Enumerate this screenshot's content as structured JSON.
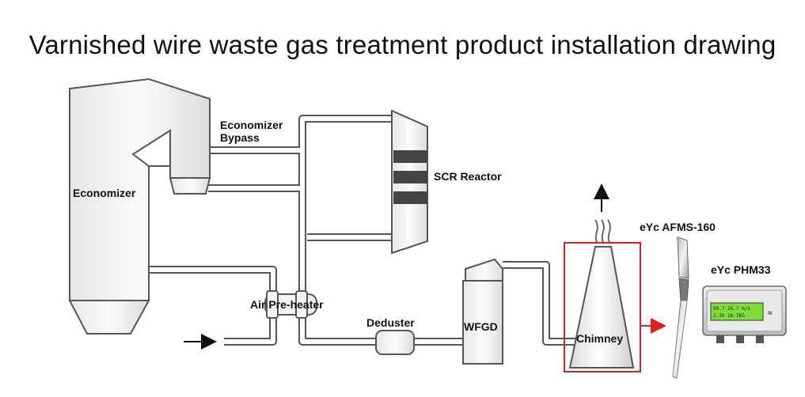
{
  "title": "Varnished wire waste gas treatment product installation drawing",
  "labels": {
    "economizer": "Economizer",
    "bypass_line1": "Economizer",
    "bypass_line2": "Bypass",
    "scr_reactor": "SCR Reactor",
    "air_preheater": "Air Pre-heater",
    "deduster": "Deduster",
    "wfgd": "WFGD",
    "chimney": "Chimney",
    "afms": "eYc AFMS-160",
    "phm": "eYc PHM33"
  },
  "display": {
    "line1": "99.7 26.7 m/s",
    "line2": "2.3h   26.7KG"
  },
  "colors": {
    "highlight": "#e02020",
    "pipe_stroke": "#555555",
    "equipment_fill": "#f2f2f2",
    "catalyst_band": "#444444",
    "lcd": "#7fdc3a"
  }
}
